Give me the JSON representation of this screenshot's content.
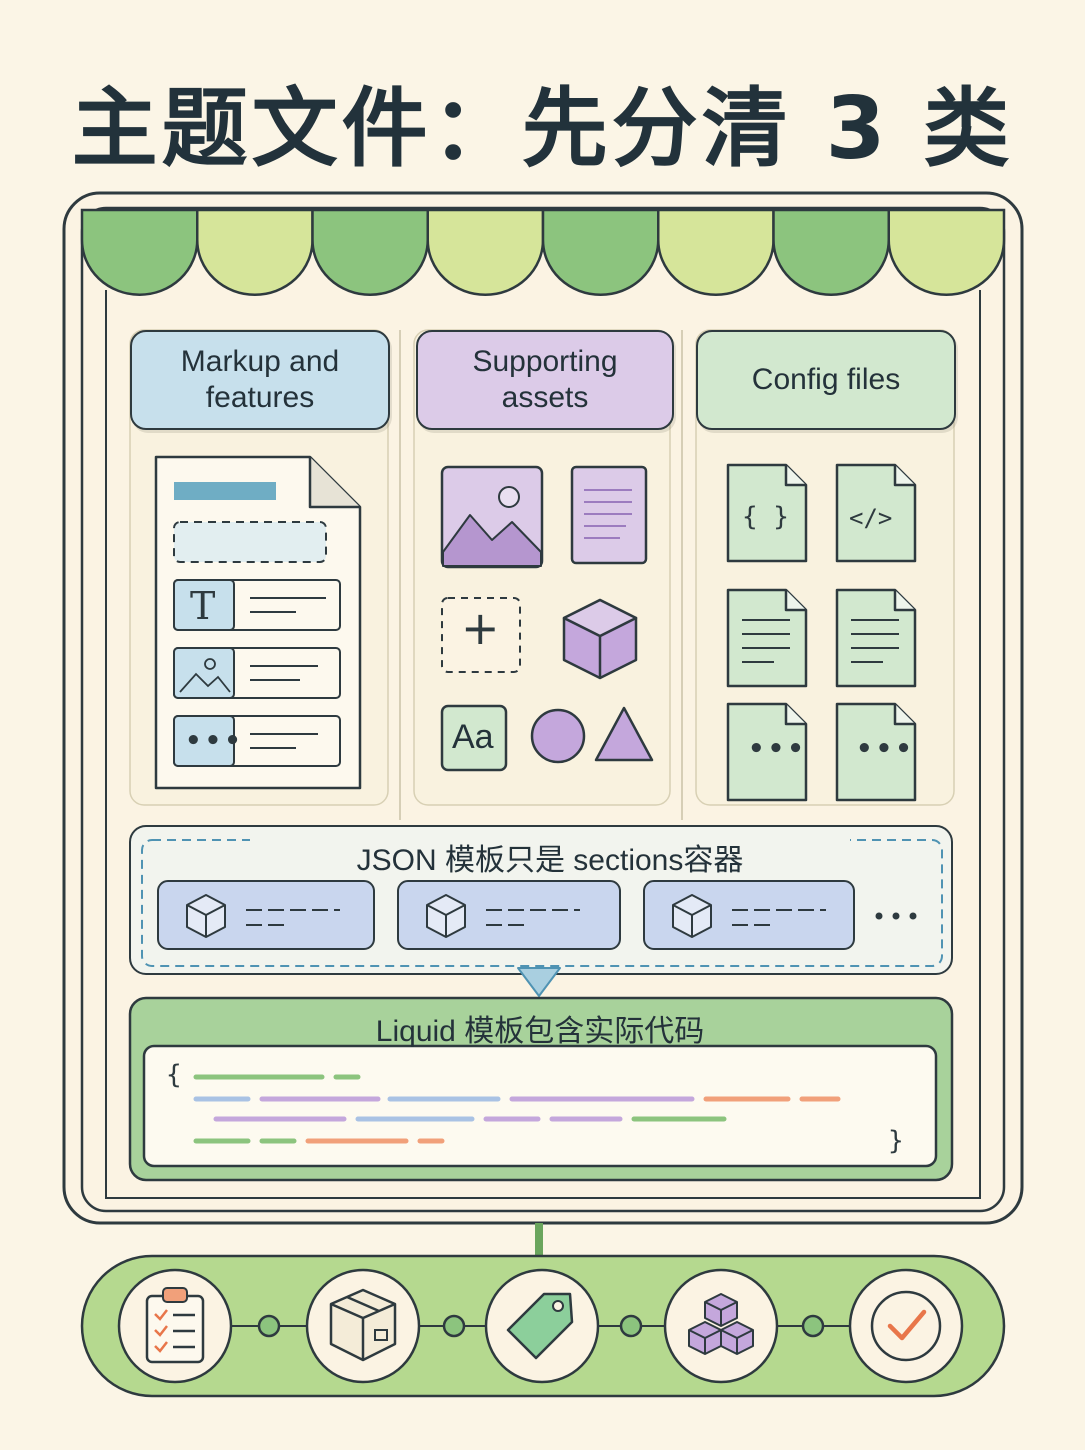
{
  "title": "主题文件：先分清 3 类",
  "categories": [
    {
      "label": "Markup and features"
    },
    {
      "label": "Supporting assets"
    },
    {
      "label": "Config files"
    }
  ],
  "json_section": {
    "label": "JSON 模板只是 sections容器"
  },
  "liquid_section": {
    "label": "Liquid 模板包含实际代码"
  },
  "glyphs": {
    "text_tile": "T",
    "font_tile": "Aa",
    "more": "•••",
    "json_file": "{ }",
    "code_file": "</>",
    "open_brace": "{",
    "close_brace": "}",
    "plus": "+"
  },
  "colors": {
    "background": "#fbf5e6",
    "awning_dark": "#8cc47e",
    "awning_light": "#d6e59a",
    "blue": "#c7e0ec",
    "purple": "#dccbe8",
    "green": "#d2e8cf",
    "accent_orange": "#f1a07a"
  },
  "process_icons": [
    "checklist-icon",
    "package-box-icon",
    "price-tag-icon",
    "stacked-cubes-icon",
    "checkmark-icon"
  ]
}
